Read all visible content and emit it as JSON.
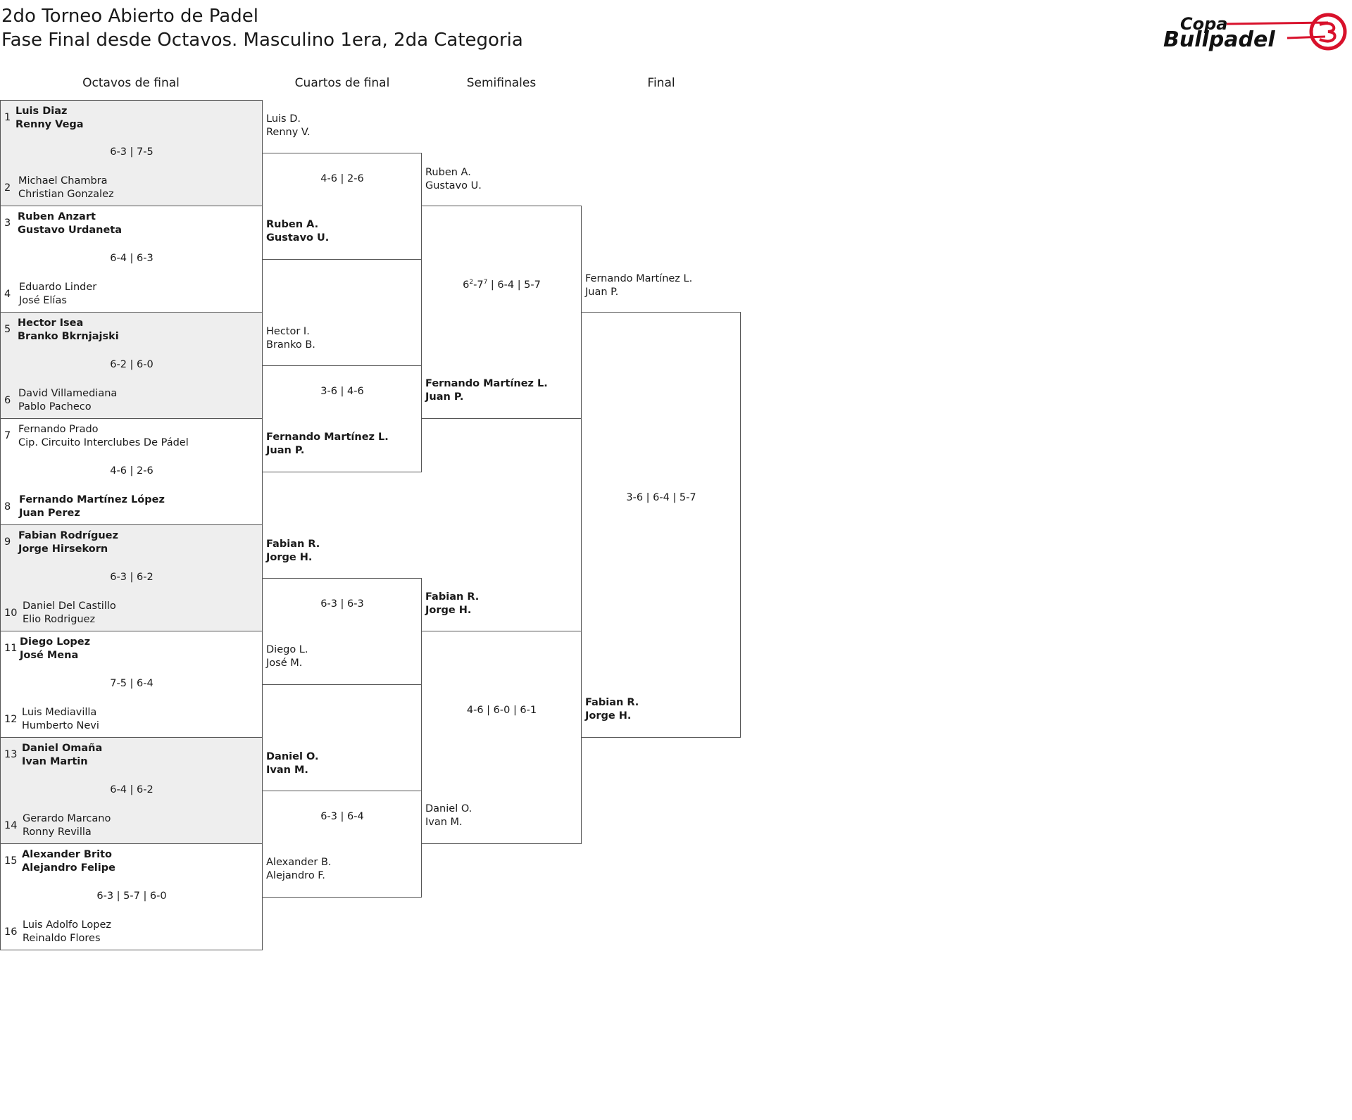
{
  "header": {
    "title": "2do Torneo Abierto de Padel",
    "subtitle": "Fase Final desde Octavos. Masculino 1era, 2da Categoria",
    "logo_text": "Copa Bullpadel"
  },
  "rounds": [
    "Octavos de final",
    "Cuartos de final",
    "Semifinales",
    "Final"
  ],
  "octavos": [
    {
      "top_seed": "1",
      "top_p1": "Luis Diaz",
      "top_p2": "Renny Vega",
      "score": "6-3 | 7-5",
      "bot_seed": "2",
      "bot_p1": "Michael Chambra",
      "bot_p2": "Christian Gonzalez"
    },
    {
      "top_seed": "3",
      "top_p1": "Ruben Anzart",
      "top_p2": "Gustavo Urdaneta",
      "score": "6-4 | 6-3",
      "bot_seed": "4",
      "bot_p1": "Eduardo Linder",
      "bot_p2": "José Elías"
    },
    {
      "top_seed": "5",
      "top_p1": "Hector Isea",
      "top_p2": "Branko Bkrnjajski",
      "score": "6-2 | 6-0",
      "bot_seed": "6",
      "bot_p1": "David Villamediana",
      "bot_p2": "Pablo Pacheco"
    },
    {
      "top_seed": "7",
      "top_p1": "Fernando Prado",
      "top_p2": "Cip. Circuito Interclubes De Pádel",
      "score": "4-6 | 2-6",
      "bot_seed": "8",
      "bot_p1": "Fernando Martínez López",
      "bot_p2": "Juan Perez"
    },
    {
      "top_seed": "9",
      "top_p1": "Fabian Rodríguez",
      "top_p2": "Jorge Hirsekorn",
      "score": "6-3 | 6-2",
      "bot_seed": "10",
      "bot_p1": "Daniel Del Castillo",
      "bot_p2": "Elio Rodriguez"
    },
    {
      "top_seed": "11",
      "top_p1": "Diego Lopez",
      "top_p2": "José Mena",
      "score": "7-5 | 6-4",
      "bot_seed": "12",
      "bot_p1": "Luis Mediavilla",
      "bot_p2": "Humberto Nevi"
    },
    {
      "top_seed": "13",
      "top_p1": "Daniel Omaña",
      "top_p2": "Ivan Martin",
      "score": "6-4 | 6-2",
      "bot_seed": "14",
      "bot_p1": "Gerardo Marcano",
      "bot_p2": "Ronny Revilla"
    },
    {
      "top_seed": "15",
      "top_p1": "Alexander Brito",
      "top_p2": "Alejandro Felipe",
      "score": "6-3 | 5-7 | 6-0",
      "bot_seed": "16",
      "bot_p1": "Luis Adolfo Lopez",
      "bot_p2": "Reinaldo Flores"
    }
  ],
  "cuartos": [
    {
      "top_p1": "Luis D.",
      "top_p2": "Renny V.",
      "score": "4-6 | 2-6",
      "bot_p1": "Ruben A.",
      "bot_p2": "Gustavo U."
    },
    {
      "top_p1": "Hector I.",
      "top_p2": "Branko B.",
      "score": "3-6 | 4-6",
      "bot_p1": "Fernando Martínez L.",
      "bot_p2": "Juan P."
    },
    {
      "top_p1": "Fabian R.",
      "top_p2": "Jorge H.",
      "score": "6-3 | 6-3",
      "bot_p1": "Diego L.",
      "bot_p2": "José M."
    },
    {
      "top_p1": "Daniel O.",
      "top_p2": "Ivan M.",
      "score": "6-3 | 6-4",
      "bot_p1": "Alexander B.",
      "bot_p2": "Alejandro F."
    }
  ],
  "semis": [
    {
      "top_p1": "Ruben A.",
      "top_p2": "Gustavo U.",
      "score_a": "6",
      "score_a_sup": "2",
      "score_b": "-7",
      "score_b_sup": "7",
      "score_rest": " | 6-4 | 5-7",
      "bot_p1": "Fernando Martínez L.",
      "bot_p2": "Juan P."
    },
    {
      "top_p1": "Fabian R.",
      "top_p2": "Jorge H.",
      "score": "4-6 | 6-0 | 6-1",
      "bot_p1": "Daniel O.",
      "bot_p2": "Ivan M."
    }
  ],
  "final": {
    "top_p1": "Fernando Martínez L.",
    "top_p2": "Juan P.",
    "score": "3-6 | 6-4 | 5-7",
    "bot_p1": "Fabian R.",
    "bot_p2": "Jorge H."
  }
}
